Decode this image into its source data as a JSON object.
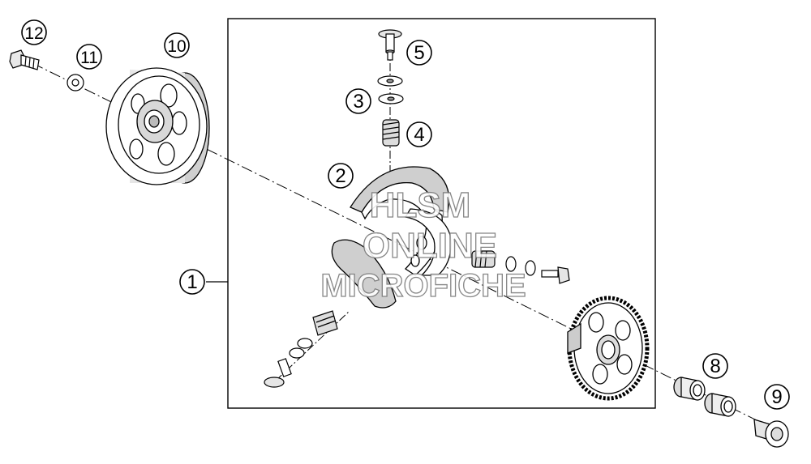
{
  "diagram": {
    "callouts": [
      {
        "id": "c1",
        "label": "1"
      },
      {
        "id": "c2",
        "label": "2"
      },
      {
        "id": "c3",
        "label": "3"
      },
      {
        "id": "c4",
        "label": "4"
      },
      {
        "id": "c5",
        "label": "5"
      },
      {
        "id": "c8",
        "label": "8"
      },
      {
        "id": "c9",
        "label": "9"
      },
      {
        "id": "c10",
        "label": "10"
      },
      {
        "id": "c11",
        "label": "11"
      },
      {
        "id": "c12",
        "label": "12"
      }
    ]
  },
  "watermark": {
    "line1": "HLSM",
    "line2": "ONLINE",
    "line3": "MICROFICHE"
  },
  "colors": {
    "line": "#000000",
    "part_fill": "#ffffff",
    "shade": "#b8b8b8",
    "watermark_stroke": "#7a7a7a"
  }
}
